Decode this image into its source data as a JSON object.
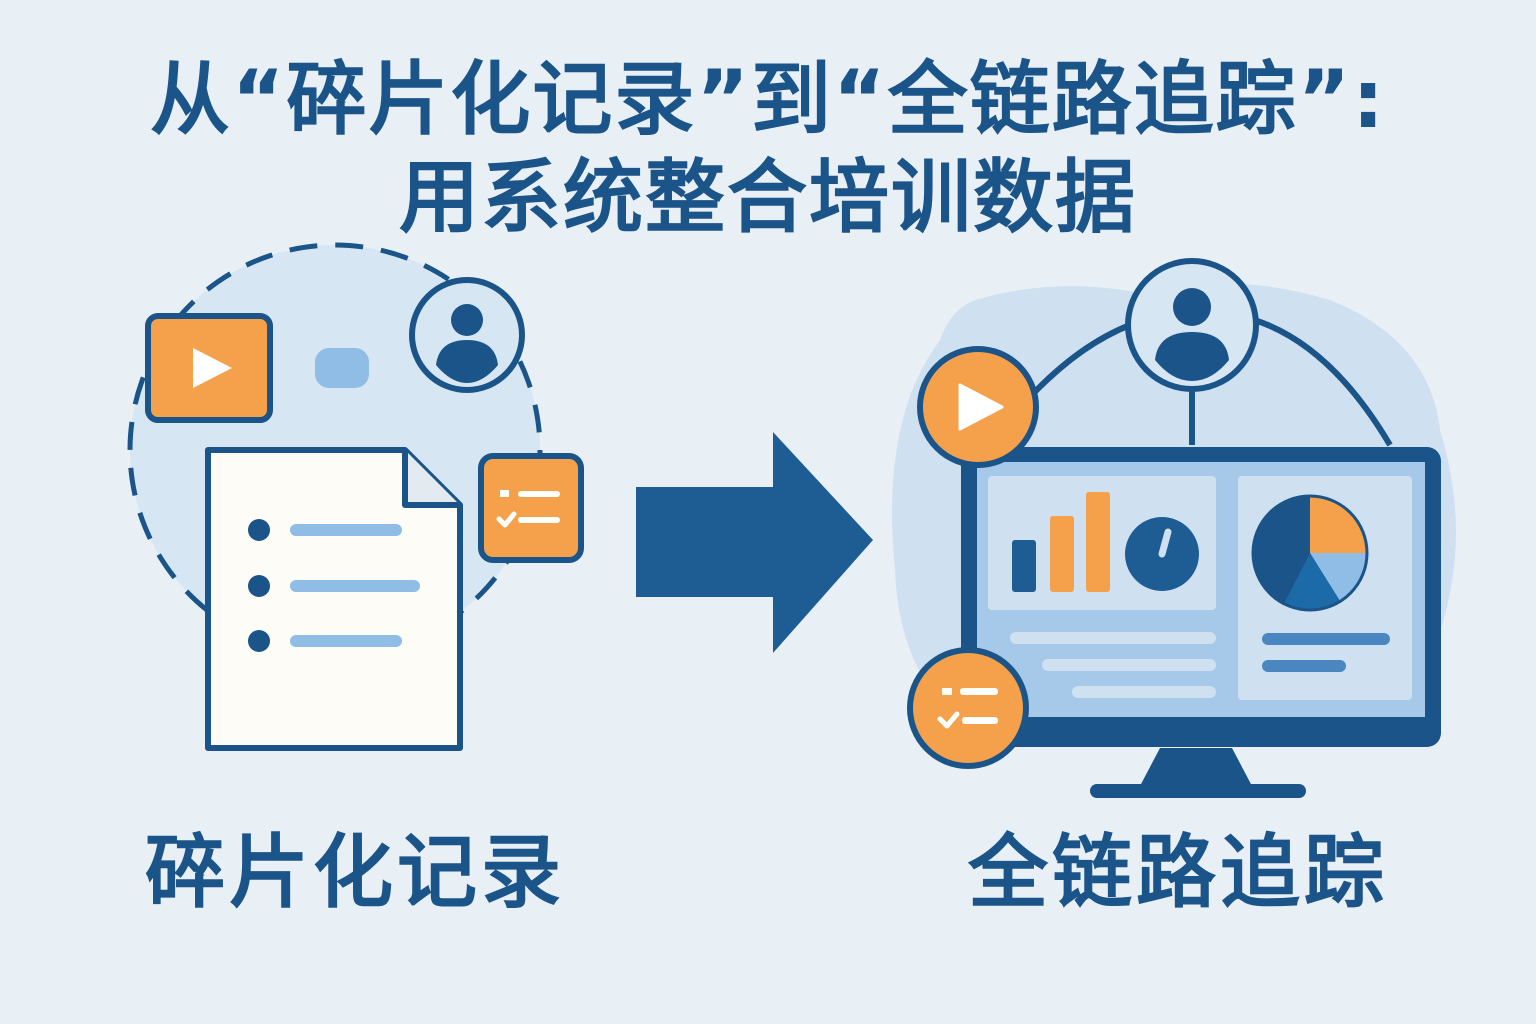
{
  "title": {
    "line1": "从“碎片化记录”到“全链路追踪”:",
    "line2": "用系统整合培训数据"
  },
  "left": {
    "caption": "碎片化记录"
  },
  "right": {
    "caption": "全链路追踪"
  },
  "icons": {
    "video": "play-icon",
    "user": "user-icon",
    "checklist": "checklist-icon",
    "document": "document-icon",
    "arrow": "arrow-right-icon",
    "monitor": "monitor-icon",
    "bar_chart": "bar-chart-icon",
    "pie_chart": "pie-chart-icon"
  },
  "colors": {
    "navy": "#1b5488",
    "orange": "#f5a04a",
    "light_blue": "#8fbde6",
    "background": "#e9f0f5"
  }
}
